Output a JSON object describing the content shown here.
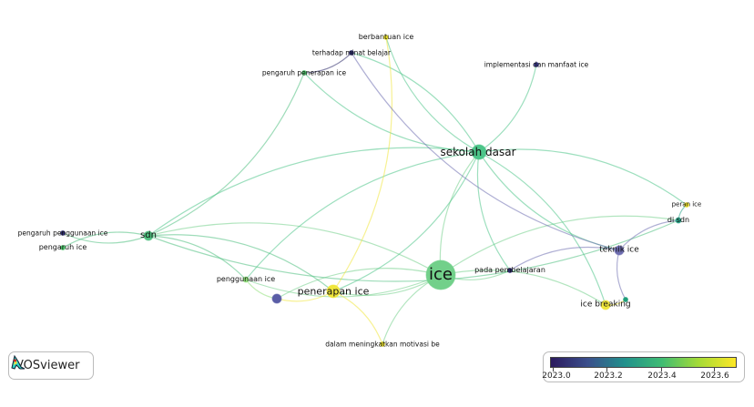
{
  "nodes": [
    {
      "id": "ice",
      "label": "ice",
      "year": 2023.4,
      "color": "#72d08a"
    },
    {
      "id": "sekolah_dasar",
      "label": "sekolah dasar",
      "year": 2023.35,
      "color": "#4cc589"
    },
    {
      "id": "penerapan_ice",
      "label": "penerapan ice",
      "year": 2023.6,
      "color": "#f0e63a"
    },
    {
      "id": "sdn",
      "label": "sdn",
      "year": 2023.35,
      "color": "#4fbf7f"
    },
    {
      "id": "blue_node",
      "label": "",
      "year": 2023.0,
      "color": "#5a5da6"
    },
    {
      "id": "teknik_ice",
      "label": "teknik ice",
      "year": 2023.0,
      "color": "#6e6db0"
    },
    {
      "id": "ice_breaking",
      "label": "ice breaking",
      "year": 2023.6,
      "color": "#f0e63a"
    },
    {
      "id": "ice_breaking_small",
      "label": "",
      "year": 2023.3,
      "color": "#1f9e7a"
    },
    {
      "id": "di_sdn",
      "label": "di sdn",
      "year": 2023.3,
      "color": "#2aa48a"
    },
    {
      "id": "peran_ice",
      "label": "peran ice",
      "year": 2023.6,
      "color": "#e8df2a"
    },
    {
      "id": "pada_pembelajaran",
      "label": "pada pembelajaran",
      "year": 2023.0,
      "color": "#2b2a6a"
    },
    {
      "id": "penggunaan_ice",
      "label": "penggunaan ice",
      "year": 2023.45,
      "color": "#8fe07a"
    },
    {
      "id": "dalam_meningkatkan",
      "label": "dalam meningkatkan motivasi be",
      "year": 2023.6,
      "color": "#e8df2a"
    },
    {
      "id": "berbantuan_ice",
      "label": "berbantuan ice",
      "year": 2023.6,
      "color": "#e8df2a"
    },
    {
      "id": "terhadap_minat",
      "label": "terhadap minat belajar",
      "year": 2023.0,
      "color": "#2b2a6a"
    },
    {
      "id": "pengaruh_penerapan",
      "label": "pengaruh penerapan ice",
      "year": 2023.4,
      "color": "#4cc56a"
    },
    {
      "id": "implementasi",
      "label": "implementasi dan manfaat ice",
      "year": 2023.0,
      "color": "#3a3a8c"
    },
    {
      "id": "pengaruh_penggunaan",
      "label": "pengaruh penggunaan ice",
      "year": 2023.0,
      "color": "#2b2a6a"
    },
    {
      "id": "pengaruh_ice",
      "label": "pengaruh ice",
      "year": 2023.4,
      "color": "#4cc56a"
    }
  ],
  "edges": [
    [
      "ice",
      "sekolah_dasar"
    ],
    [
      "ice",
      "sdn"
    ],
    [
      "ice",
      "penerapan_ice"
    ],
    [
      "ice",
      "blue_node"
    ],
    [
      "ice",
      "ice_breaking"
    ],
    [
      "ice",
      "pada_pembelajaran"
    ],
    [
      "ice",
      "di_sdn"
    ],
    [
      "ice",
      "dalam_meningkatkan"
    ],
    [
      "ice",
      "penggunaan_ice"
    ],
    [
      "sekolah_dasar",
      "sdn"
    ],
    [
      "sekolah_dasar",
      "penerapan_ice"
    ],
    [
      "sekolah_dasar",
      "teknik_ice"
    ],
    [
      "sekolah_dasar",
      "berbantuan_ice"
    ],
    [
      "sekolah_dasar",
      "terhadap_minat"
    ],
    [
      "sekolah_dasar",
      "pengaruh_penerapan"
    ],
    [
      "sekolah_dasar",
      "implementasi"
    ],
    [
      "sekolah_dasar",
      "ice_breaking"
    ],
    [
      "sekolah_dasar",
      "pada_pembelajaran"
    ],
    [
      "sekolah_dasar",
      "peran_ice"
    ],
    [
      "sekolah_dasar",
      "penggunaan_ice"
    ],
    [
      "sdn",
      "pengaruh_penggunaan"
    ],
    [
      "sdn",
      "pengaruh_ice"
    ],
    [
      "sdn",
      "penerapan_ice"
    ],
    [
      "sdn",
      "pengaruh_penerapan"
    ],
    [
      "sdn",
      "penggunaan_ice"
    ],
    [
      "sdn",
      "di_sdn"
    ],
    [
      "penerapan_ice",
      "blue_node"
    ],
    [
      "penerapan_ice",
      "berbantuan_ice"
    ],
    [
      "penerapan_ice",
      "dalam_meningkatkan"
    ],
    [
      "teknik_ice",
      "pada_pembelajaran"
    ],
    [
      "teknik_ice",
      "di_sdn"
    ],
    [
      "teknik_ice",
      "ice_breaking_small"
    ],
    [
      "teknik_ice",
      "terhadap_minat"
    ],
    [
      "ice_breaking",
      "ice_breaking_small"
    ],
    [
      "di_sdn",
      "peran_ice"
    ],
    [
      "penggunaan_ice",
      "blue_node"
    ],
    [
      "terhadap_minat",
      "pengaruh_penerapan"
    ]
  ],
  "logo": {
    "text": "VOSviewer"
  },
  "legend": {
    "ticks": [
      "2023.0",
      "2023.2",
      "2023.4",
      "2023.6"
    ],
    "min": 2022.96,
    "max": 2023.65,
    "colors": [
      "#2b1a5e",
      "#21918c",
      "#fde725"
    ]
  }
}
